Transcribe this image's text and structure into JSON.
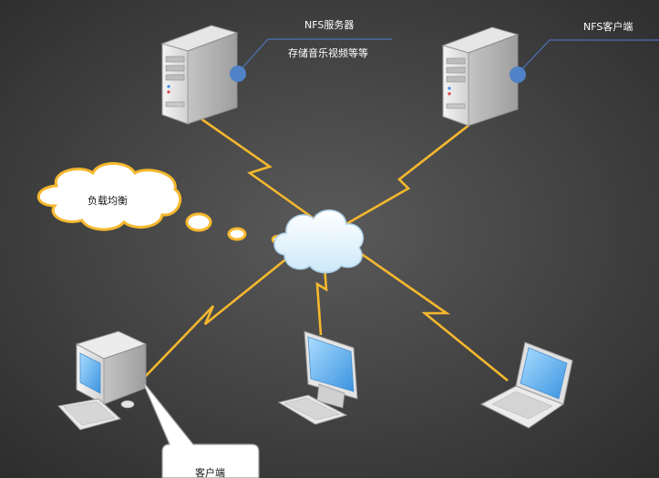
{
  "nodes": {
    "nfs_server": {
      "title": "NFS服务器",
      "subtitle": "存储音乐视频等等"
    },
    "nfs_client": {
      "title": "NFS客户端"
    },
    "load_balancer": {
      "label": "负载均衡"
    },
    "client": {
      "label": "客户端"
    }
  },
  "colors": {
    "background_center": "#555555",
    "background_edge": "#2e2e2e",
    "lightning": "#f5b82e",
    "callout_line": "#4a74b8",
    "connector_dot": "#4f82c6",
    "cloud_fill": "#e8f4fb",
    "screen_blue": "#5aaee8"
  },
  "icons": {
    "server_1": "server-tower-icon",
    "server_2": "server-tower-icon",
    "desktop": "desktop-pc-icon",
    "monitor": "monitor-icon",
    "laptop": "laptop-icon",
    "cloud": "network-cloud-icon"
  }
}
